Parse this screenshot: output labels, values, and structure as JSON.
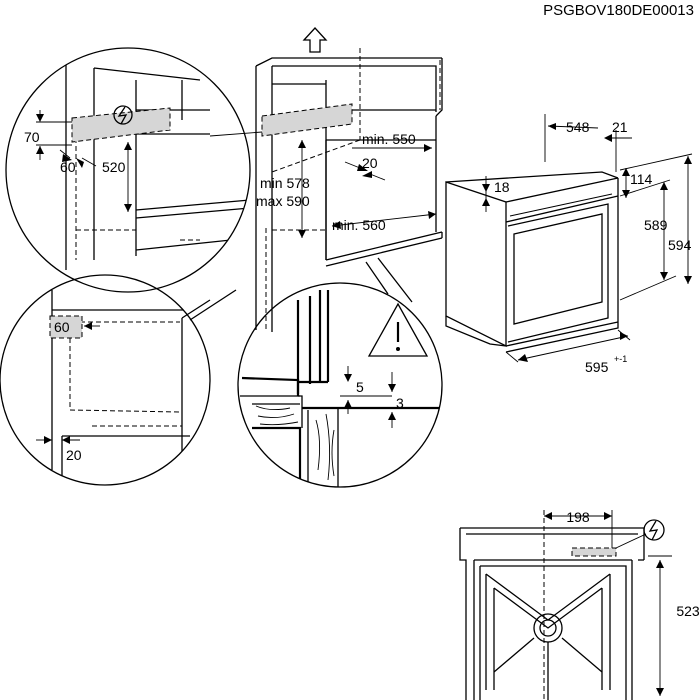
{
  "code": "PSGBOV180DE00013",
  "cabinet": {
    "min_height": "min 578",
    "max_height": "max 590",
    "min_depth": "min. 550",
    "gap": "20",
    "min_width": "min. 560"
  },
  "oven": {
    "depth": "548",
    "door": "21",
    "top_offset": "18",
    "panel_height": "114",
    "height_front": "589",
    "height_total": "594",
    "width": "595",
    "width_tol": "+-1"
  },
  "detail_top": {
    "d70": "70",
    "d60": "60",
    "d520": "520"
  },
  "detail_left": {
    "d60": "60",
    "d20": "20"
  },
  "detail_bottom": {
    "d5": "5",
    "d3": "3"
  },
  "bottom_view": {
    "d198": "198",
    "d523": "523"
  },
  "icons": [
    "electric-hazard-icon",
    "warning-triangle-icon",
    "arrow-up-icon"
  ]
}
